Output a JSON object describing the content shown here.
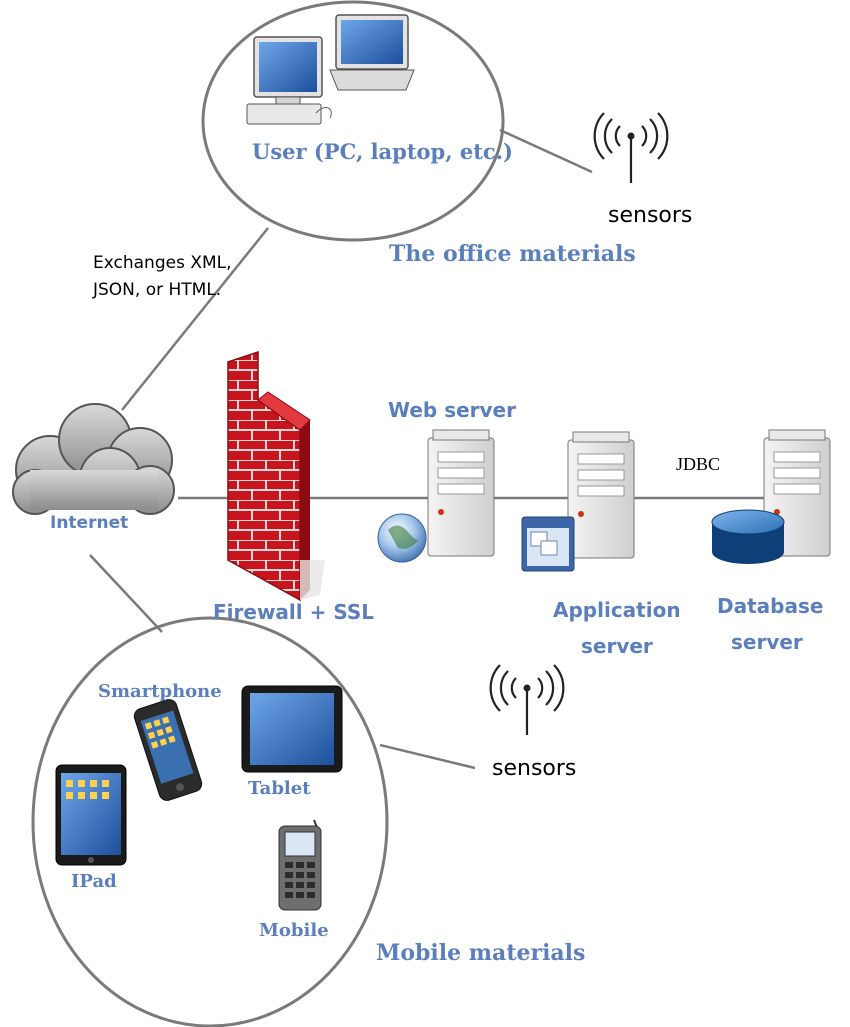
{
  "office": {
    "user_label": "User (PC, laptop, etc.)",
    "group_label": "The office materials"
  },
  "exchange": {
    "line1": "Exchanges XML,",
    "line2": "JSON, or HTML."
  },
  "internet_label": "Internet",
  "firewall_label": "Firewall + SSL",
  "web_server_label": "Web server",
  "jdbc_label": "JDBC",
  "app_server": {
    "line1": "Application",
    "line2": "server"
  },
  "db_server": {
    "line1": "Database",
    "line2": "server"
  },
  "sensors_top_label": "sensors",
  "sensors_bottom_label": "sensors",
  "mobile": {
    "smartphone_label": "Smartphone",
    "tablet_label": "Tablet",
    "ipad_label": "IPad",
    "mobile_label": "Mobile",
    "group_label": "Mobile materials"
  },
  "colors": {
    "label_blue": "#5b7fbd",
    "line_gray": "#7a7a7a",
    "firewall_red": "#c8141c",
    "db_blue": "#1a5fa8"
  }
}
